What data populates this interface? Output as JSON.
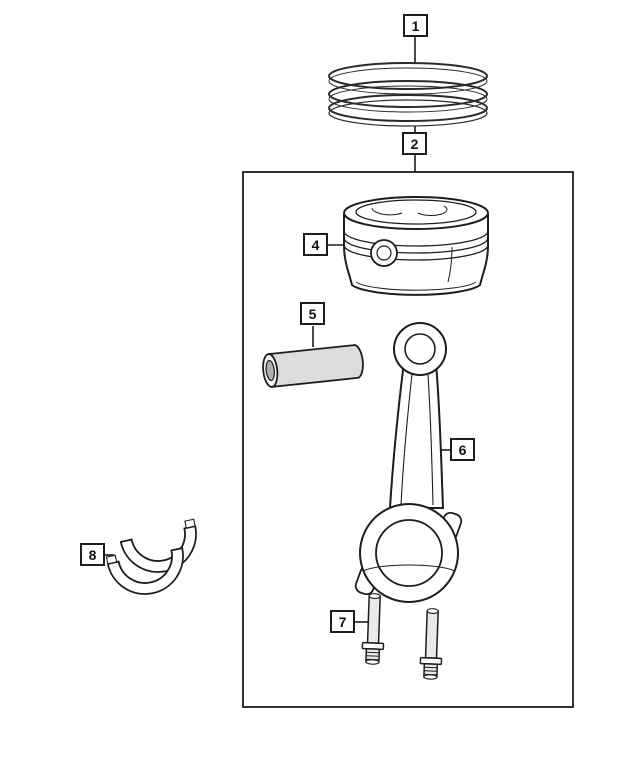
{
  "diagram": {
    "line_color": "#1d1d1d",
    "background_color": "#ffffff",
    "shade_color": "#dcdcdc",
    "callouts": [
      {
        "label": "1",
        "target": "piston-ring-set-drawing"
      },
      {
        "label": "2",
        "target": "piston-assembly-group-box"
      },
      {
        "label": "4",
        "target": "piston-drawing"
      },
      {
        "label": "5",
        "target": "wrist-pin-drawing"
      },
      {
        "label": "6",
        "target": "connecting-rod-drawing"
      },
      {
        "label": "7",
        "target": "rod-bolts-drawing"
      },
      {
        "label": "8",
        "target": "bearing-shells-drawing"
      }
    ]
  }
}
